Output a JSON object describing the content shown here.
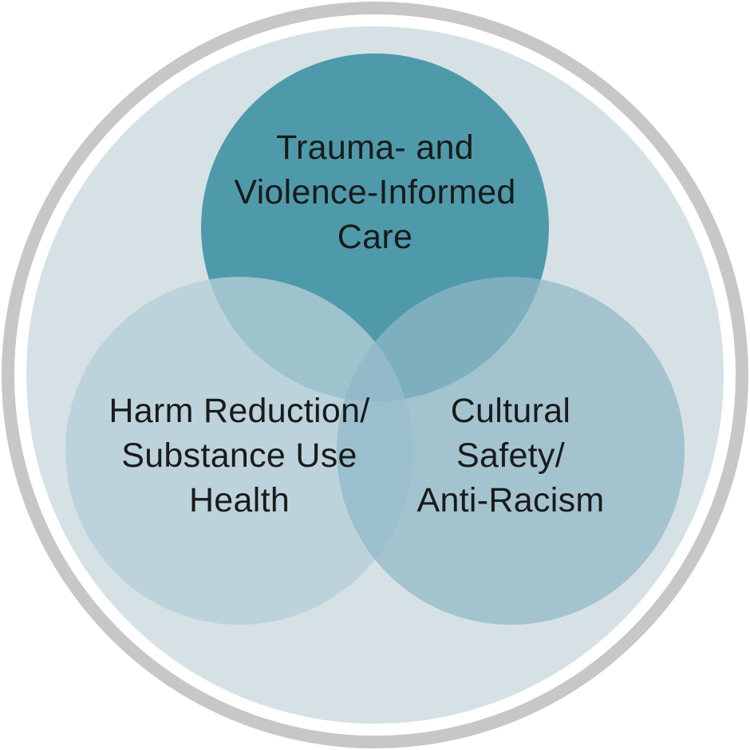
{
  "figure": {
    "kind": "venn-diagram",
    "colors": {
      "outer_ring": "#c6c7c9",
      "ring_gap": "#ffffff",
      "inner_background": "#d6e1e6",
      "text": "#1a1a1a",
      "top_circle": "#4f9aaa",
      "left_circle": "#b5ced7",
      "right_circle": "#8fb7c6"
    },
    "circles": {
      "top": {
        "label": "Trauma- and Violence-Informed Care",
        "lines": [
          "Trauma- and",
          "Violence-Informed",
          "Care"
        ]
      },
      "left": {
        "label": "Harm Reduction/Substance Use Health",
        "lines": [
          "Harm Reduction/",
          "Substance Use",
          "Health"
        ]
      },
      "right": {
        "label": "Cultural Safety/Anti-Racism",
        "lines": [
          "Cultural",
          "Safety/",
          "Anti-Racism"
        ]
      }
    }
  }
}
